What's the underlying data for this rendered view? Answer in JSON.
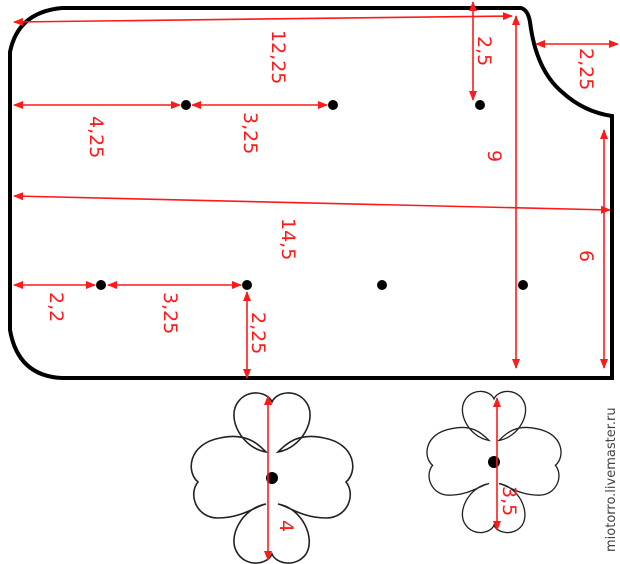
{
  "colors": {
    "dimension": "#ff1a1a",
    "outline": "#000000"
  },
  "dimensions": {
    "d_12_25": "12,25",
    "d_2_5": "2,5",
    "d_2_25_corner": "2,25",
    "d_4_25": "4,25",
    "d_3_25_top": "3,25",
    "d_9": "9",
    "d_14_5": "14,5",
    "d_6": "6",
    "d_2_2": "2,2",
    "d_3_25_bottom": "3,25",
    "d_2_25_bottom": "2,25",
    "d_4": "4",
    "d_3_5": "3,5"
  },
  "credit": "miotorro.livemaster.ru"
}
